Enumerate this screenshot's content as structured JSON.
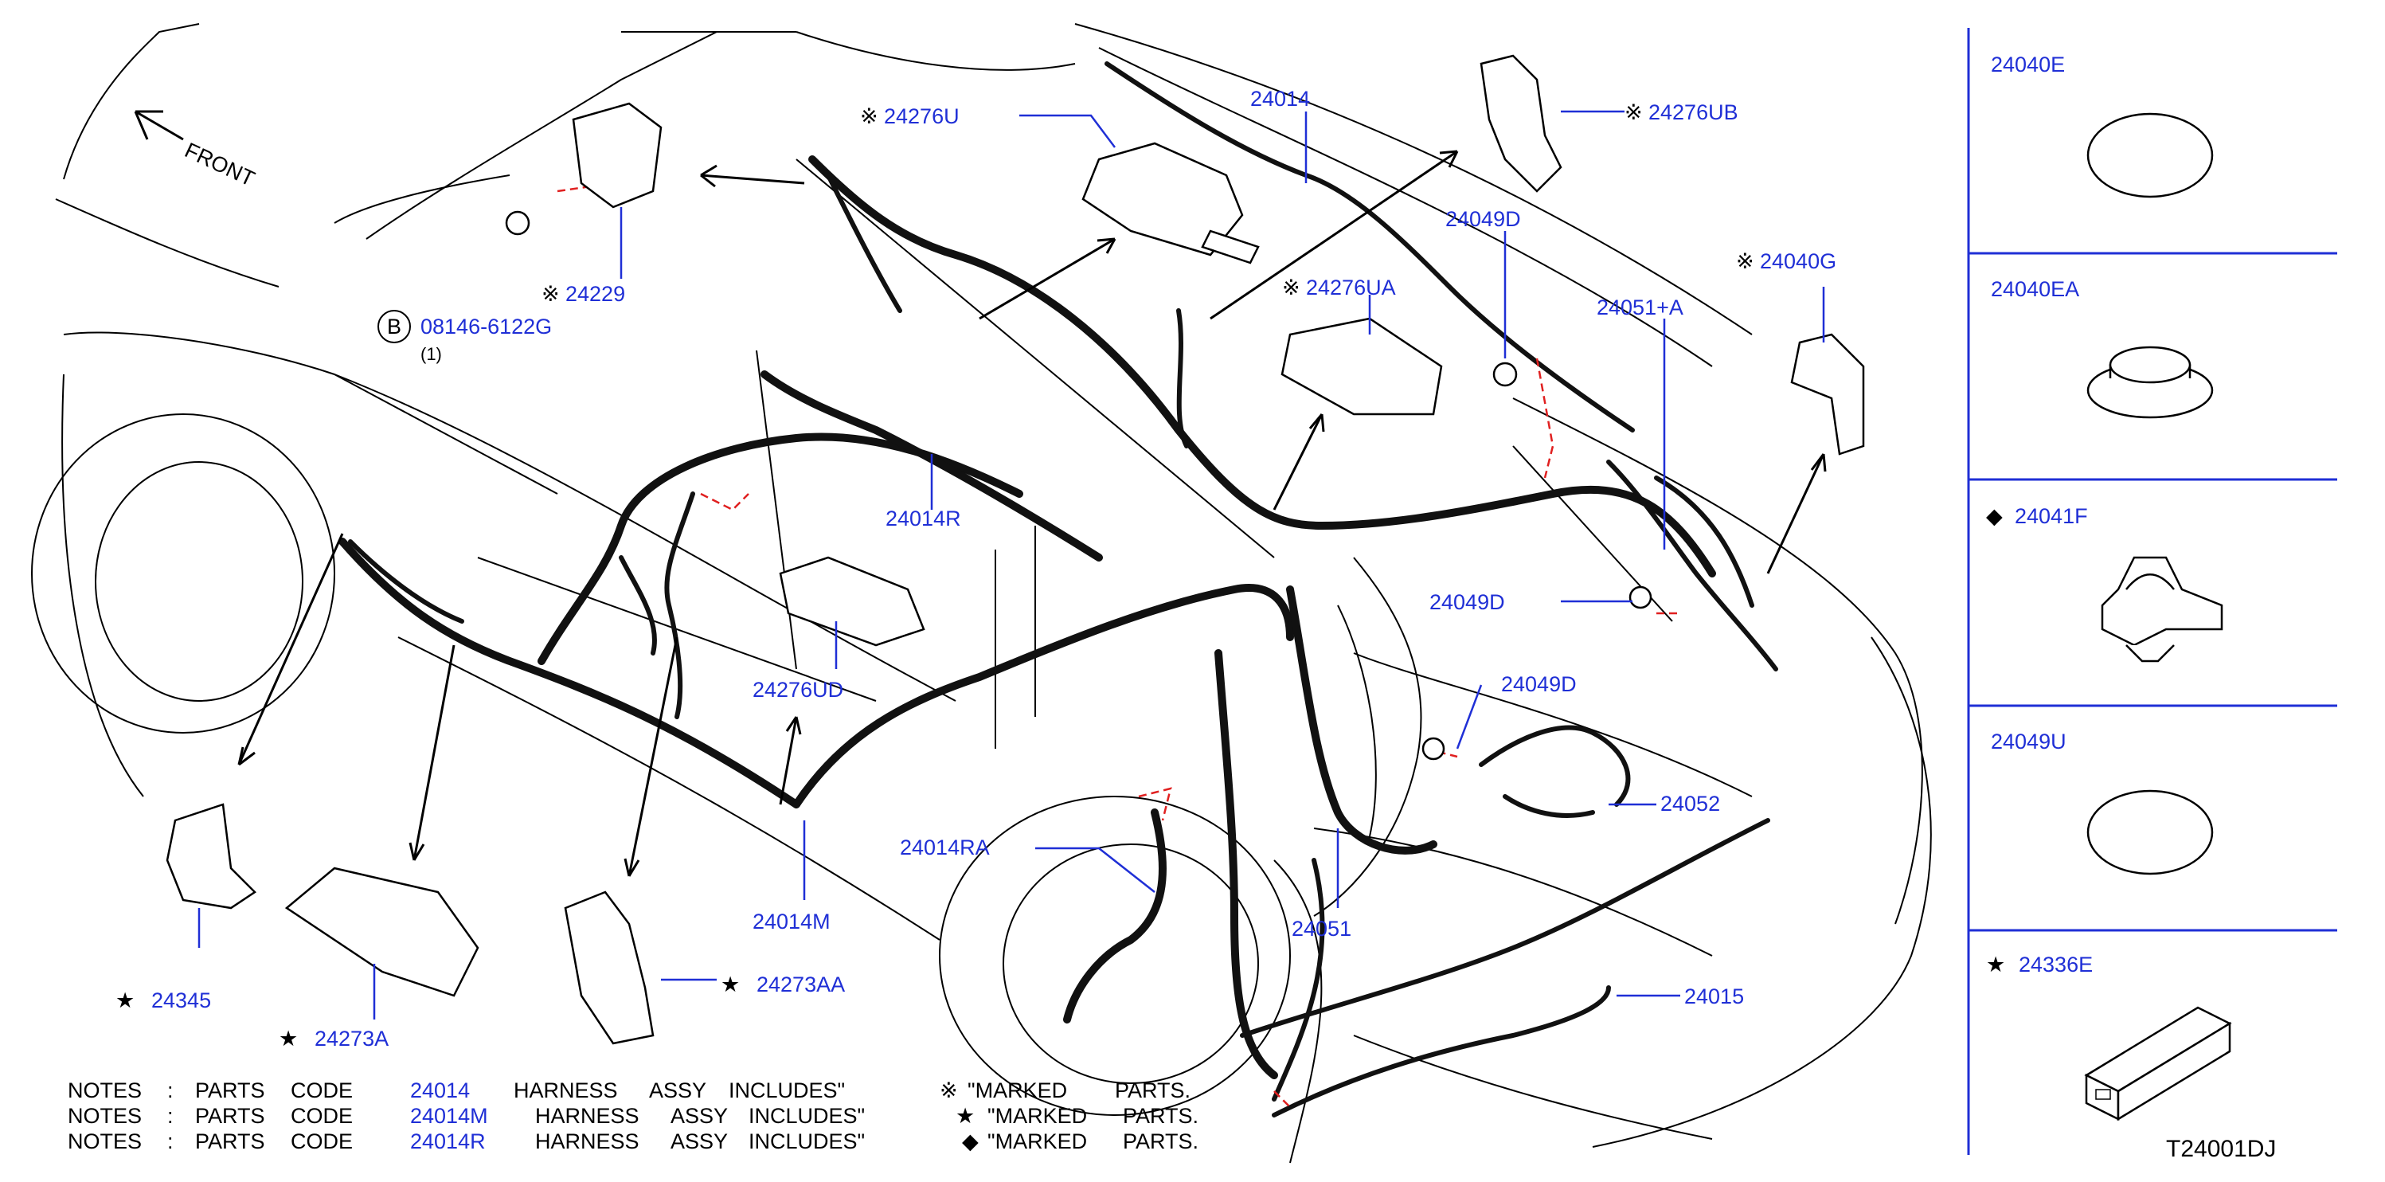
{
  "diagram": {
    "ref_code": "T24001DJ",
    "front_label": "FRONT",
    "callouts": {
      "c24276U": "24276U",
      "c24014": "24014",
      "c24276UB": "24276UB",
      "c24049D_top": "24049D",
      "c24040G": "24040G",
      "c24276UA": "24276UA",
      "c24051A": "24051+A",
      "c24229": "24229",
      "c08146": "08146-6122G",
      "c08146_qty": "(1)",
      "c08146_badge": "B",
      "c24014R": "24014R",
      "c24049D_mid": "24049D",
      "c24049D_low": "24049D",
      "c24276UD": "24276UD",
      "c24052": "24052",
      "c24014RA": "24014RA",
      "c24051": "24051",
      "c24014M": "24014M",
      "c24015": "24015",
      "c24345": "24345",
      "c24273A": "24273A",
      "c24273AA": "24273AA"
    },
    "markers": {
      "ref_mark": "※",
      "star": "★",
      "diamond": "◆"
    }
  },
  "side_panel": {
    "items": [
      {
        "code": "24040E",
        "marker": ""
      },
      {
        "code": "24040EA",
        "marker": ""
      },
      {
        "code": "24041F",
        "marker": "◆"
      },
      {
        "code": "24049U",
        "marker": ""
      },
      {
        "code": "24336E",
        "marker": "★"
      }
    ]
  },
  "notes": {
    "rows": [
      {
        "c1": "NOTES",
        "c2": ":",
        "c3": "PARTS",
        "c4": "CODE",
        "code": "24014",
        "t1": "HARNESS",
        "t2": "ASSY",
        "t3": "INCLUDES\"",
        "mark": "※",
        "m1": "\"MARKED",
        "m2": "PARTS."
      },
      {
        "c1": "NOTES",
        "c2": ":",
        "c3": "PARTS",
        "c4": "CODE",
        "code": "24014M",
        "t1": "HARNESS",
        "t2": "ASSY",
        "t3": "INCLUDES\"",
        "mark": "★",
        "m1": "\"MARKED",
        "m2": "PARTS."
      },
      {
        "c1": "NOTES",
        "c2": ":",
        "c3": "PARTS",
        "c4": "CODE",
        "code": "24014R",
        "t1": "HARNESS",
        "t2": "ASSY",
        "t3": "INCLUDES\"",
        "mark": "◆",
        "m1": "\"MARKED",
        "m2": "PARTS."
      }
    ]
  },
  "colors": {
    "callout_blue": "#1f2fd6",
    "line_black": "#000000",
    "accent_red": "#e02020"
  }
}
